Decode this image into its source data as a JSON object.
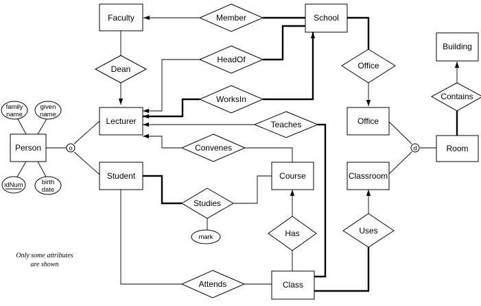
{
  "entities": {
    "faculty": "Faculty",
    "school": "School",
    "building": "Building",
    "lecturer": "Lecturer",
    "office": "Office",
    "person": "Person",
    "room": "Room",
    "student": "Student",
    "course": "Course",
    "classroom": "Classroom",
    "class": "Class"
  },
  "relationships": {
    "member": "Member",
    "dean": "Dean",
    "head_of": "HeadOf",
    "works_in": "WorksIn",
    "office": "Office",
    "contains": "Contains",
    "teaches": "Teaches",
    "convenes": "Convenes",
    "studies": "Studies",
    "has": "Has",
    "uses": "Uses",
    "attends": "Attends"
  },
  "attributes": {
    "family_name": [
      "family",
      "name"
    ],
    "given_name": [
      "given",
      "name"
    ],
    "id_num": "idNum",
    "birth_date": [
      "birth",
      "date"
    ],
    "mark": "mark"
  },
  "specializations": {
    "person": "o",
    "room": "d"
  },
  "note": [
    "Only some attributes",
    "are shown"
  ]
}
